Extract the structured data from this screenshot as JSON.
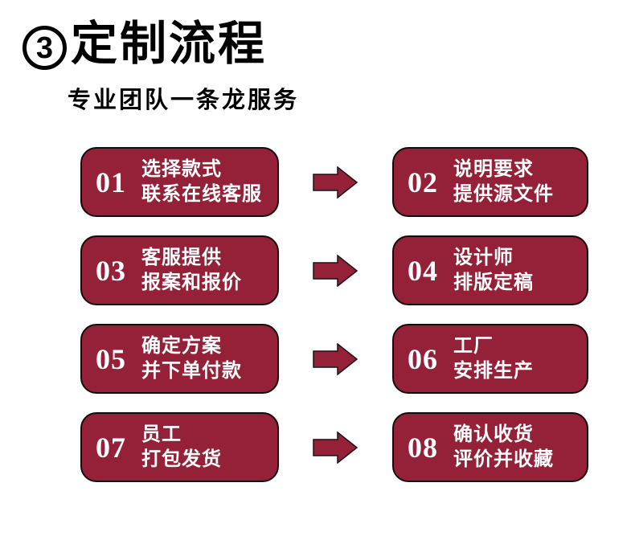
{
  "header": {
    "badge": "3",
    "title": "定制流程",
    "subtitle": "专业团队一条龙服务"
  },
  "colors": {
    "box_fill": "#942138",
    "box_border": "#160a0d",
    "arrow_fill": "#942138",
    "arrow_stroke": "#1f1216",
    "step_text": "#ffffff",
    "title_color": "#000000",
    "page_bg": "#ffffff"
  },
  "steps": [
    {
      "num": "01",
      "line1": "选择款式",
      "line2": "联系在线客服"
    },
    {
      "num": "02",
      "line1": "说明要求",
      "line2": "提供源文件"
    },
    {
      "num": "03",
      "line1": "客服提供",
      "line2": "报案和报价"
    },
    {
      "num": "04",
      "line1": "设计师",
      "line2": "排版定稿"
    },
    {
      "num": "05",
      "line1": "确定方案",
      "line2": "并下单付款"
    },
    {
      "num": "06",
      "line1": "工厂",
      "line2": "安排生产"
    },
    {
      "num": "07",
      "line1": "员工",
      "line2": "打包发货"
    },
    {
      "num": "08",
      "line1": "确认收货",
      "line2": "评价并收藏"
    }
  ]
}
